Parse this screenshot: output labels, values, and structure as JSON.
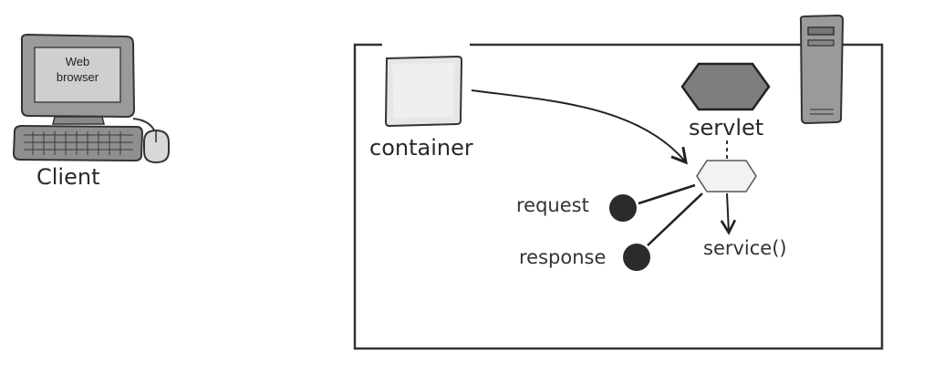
{
  "client": {
    "screen_line1": "Web",
    "screen_line2": "browser",
    "label": "Client"
  },
  "server": {
    "container_label": "container",
    "servlet_label": "servlet",
    "service_label": "service()",
    "request_label": "request",
    "response_label": "response"
  },
  "icons": [
    "computer-icon",
    "server-tower-icon",
    "container-box-icon",
    "servlet-hexagon-icon"
  ]
}
